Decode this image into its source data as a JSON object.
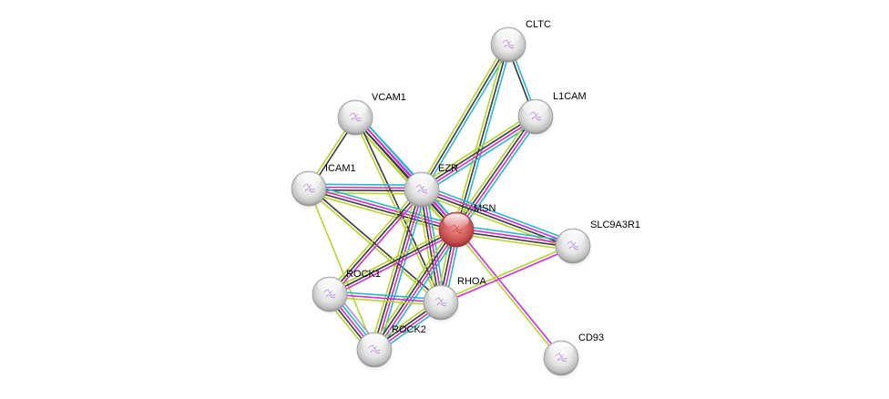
{
  "title": "Protein interaction network",
  "edge_colors": {
    "cyan": "#27b7d6",
    "magenta": "#d62ad6",
    "black": "#3a3a3a",
    "lime": "#b2d62a",
    "lavender": "#9b9bea"
  },
  "nodes": [
    {
      "id": "MSN",
      "label": "MSN",
      "query": true,
      "color": "#d45a5a"
    },
    {
      "id": "EZR",
      "label": "EZR",
      "query": false,
      "color": "#e6e6e6"
    },
    {
      "id": "CLTC",
      "label": "CLTC",
      "query": false,
      "color": "#e6e6e6"
    },
    {
      "id": "L1CAM",
      "label": "L1CAM",
      "query": false,
      "color": "#e6e6e6"
    },
    {
      "id": "VCAM1",
      "label": "VCAM1",
      "query": false,
      "color": "#e6e6e6"
    },
    {
      "id": "ICAM1",
      "label": "ICAM1",
      "query": false,
      "color": "#e6e6e6"
    },
    {
      "id": "SLC9A3R1",
      "label": "SLC9A3R1",
      "query": false,
      "color": "#e6e6e6"
    },
    {
      "id": "ROCK1",
      "label": "ROCK1",
      "query": false,
      "color": "#e6e6e6"
    },
    {
      "id": "RHOA",
      "label": "RHOA",
      "query": false,
      "color": "#e6e6e6"
    },
    {
      "id": "ROCK2",
      "label": "ROCK2",
      "query": false,
      "color": "#e6e6e6"
    },
    {
      "id": "CD93",
      "label": "CD93",
      "query": false,
      "color": "#e6e6e6"
    }
  ],
  "edges": [
    {
      "source": "CLTC",
      "target": "L1CAM",
      "evidence": [
        "cyan",
        "black"
      ]
    },
    {
      "source": "CLTC",
      "target": "EZR",
      "evidence": [
        "cyan",
        "black",
        "lime"
      ]
    },
    {
      "source": "CLTC",
      "target": "MSN",
      "evidence": [
        "cyan",
        "black",
        "lime"
      ]
    },
    {
      "source": "L1CAM",
      "target": "EZR",
      "evidence": [
        "cyan",
        "magenta",
        "black",
        "lime"
      ]
    },
    {
      "source": "L1CAM",
      "target": "MSN",
      "evidence": [
        "cyan",
        "magenta",
        "black",
        "lime"
      ]
    },
    {
      "source": "VCAM1",
      "target": "ICAM1",
      "evidence": [
        "black",
        "lime"
      ]
    },
    {
      "source": "VCAM1",
      "target": "EZR",
      "evidence": [
        "cyan",
        "magenta",
        "black",
        "lime"
      ]
    },
    {
      "source": "VCAM1",
      "target": "MSN",
      "evidence": [
        "cyan",
        "magenta",
        "black",
        "lime"
      ]
    },
    {
      "source": "VCAM1",
      "target": "RHOA",
      "evidence": [
        "black",
        "lime"
      ]
    },
    {
      "source": "ICAM1",
      "target": "EZR",
      "evidence": [
        "cyan",
        "magenta",
        "black",
        "lime"
      ]
    },
    {
      "source": "ICAM1",
      "target": "MSN",
      "evidence": [
        "cyan",
        "magenta",
        "black",
        "lime"
      ]
    },
    {
      "source": "ICAM1",
      "target": "RHOA",
      "evidence": [
        "black",
        "lime"
      ]
    },
    {
      "source": "ICAM1",
      "target": "ROCK2",
      "evidence": [
        "lime"
      ]
    },
    {
      "source": "EZR",
      "target": "MSN",
      "evidence": [
        "cyan",
        "magenta",
        "black",
        "lime"
      ]
    },
    {
      "source": "EZR",
      "target": "SLC9A3R1",
      "evidence": [
        "cyan",
        "magenta",
        "black",
        "lime"
      ]
    },
    {
      "source": "EZR",
      "target": "ROCK1",
      "evidence": [
        "magenta",
        "black",
        "lime"
      ]
    },
    {
      "source": "EZR",
      "target": "RHOA",
      "evidence": [
        "cyan",
        "magenta",
        "black",
        "lime"
      ]
    },
    {
      "source": "EZR",
      "target": "ROCK2",
      "evidence": [
        "cyan",
        "magenta",
        "black",
        "lime"
      ]
    },
    {
      "source": "MSN",
      "target": "SLC9A3R1",
      "evidence": [
        "cyan",
        "magenta",
        "black",
        "lime"
      ]
    },
    {
      "source": "MSN",
      "target": "ROCK1",
      "evidence": [
        "magenta",
        "black",
        "lime"
      ]
    },
    {
      "source": "MSN",
      "target": "RHOA",
      "evidence": [
        "cyan",
        "magenta",
        "black",
        "lime"
      ]
    },
    {
      "source": "MSN",
      "target": "ROCK2",
      "evidence": [
        "cyan",
        "magenta",
        "black",
        "lime"
      ]
    },
    {
      "source": "MSN",
      "target": "CD93",
      "evidence": [
        "magenta",
        "lime"
      ]
    },
    {
      "source": "SLC9A3R1",
      "target": "RHOA",
      "evidence": [
        "magenta",
        "lime"
      ]
    },
    {
      "source": "ROCK1",
      "target": "RHOA",
      "evidence": [
        "cyan",
        "magenta",
        "lime"
      ]
    },
    {
      "source": "ROCK1",
      "target": "ROCK2",
      "evidence": [
        "lavender",
        "cyan",
        "magenta",
        "black",
        "lime"
      ]
    },
    {
      "source": "RHOA",
      "target": "ROCK2",
      "evidence": [
        "cyan",
        "magenta",
        "black",
        "lime"
      ]
    }
  ]
}
